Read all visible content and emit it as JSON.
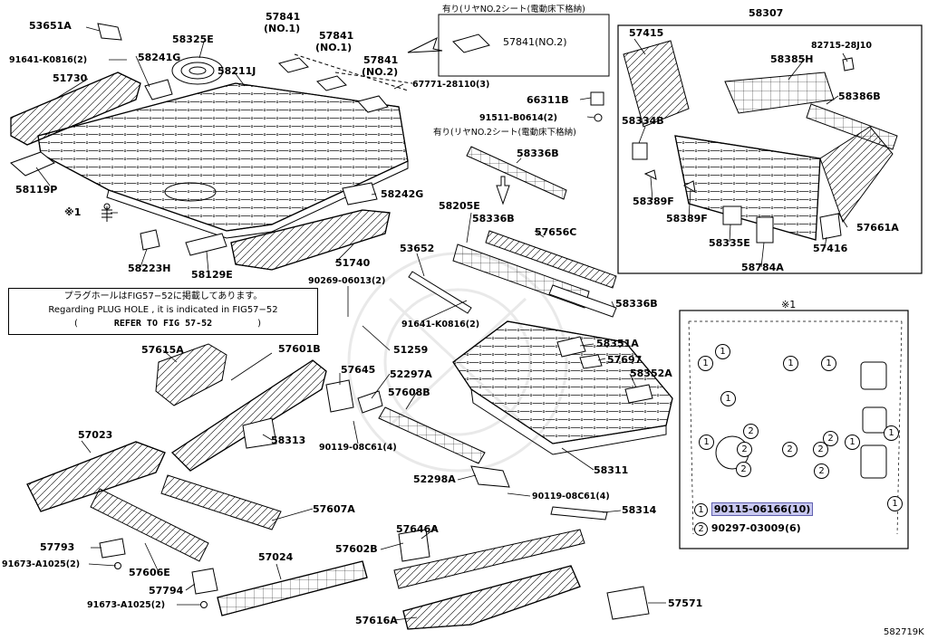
{
  "diagram_id": "582719K",
  "parts": [
    {
      "id": "p53651A",
      "text": "53651A"
    },
    {
      "id": "p91641a",
      "text": "91641-K0816(2)"
    },
    {
      "id": "p58241G",
      "text": "58241G"
    },
    {
      "id": "p58325E",
      "text": "58325E"
    },
    {
      "id": "p57841a",
      "text": "57841"
    },
    {
      "id": "p57841a_s",
      "text": "(NO.1)"
    },
    {
      "id": "p57841b",
      "text": "57841"
    },
    {
      "id": "p57841b_s",
      "text": "(NO.1)"
    },
    {
      "id": "p57841c",
      "text": "57841"
    },
    {
      "id": "p57841c_s",
      "text": "(NO.2)"
    },
    {
      "id": "p51730",
      "text": "51730"
    },
    {
      "id": "p58211J",
      "text": "58211J"
    },
    {
      "id": "p67771",
      "text": "67771-28110(3)"
    },
    {
      "id": "p66311B",
      "text": "66311B"
    },
    {
      "id": "p91511",
      "text": "91511-B0614(2)"
    },
    {
      "id": "p58119P",
      "text": "58119P"
    },
    {
      "id": "p58242G",
      "text": "58242G"
    },
    {
      "id": "p58336Bt",
      "text": "58336B"
    },
    {
      "id": "p58205E",
      "text": "58205E"
    },
    {
      "id": "p58336Bm",
      "text": "58336B"
    },
    {
      "id": "p57656C",
      "text": "57656C"
    },
    {
      "id": "p58336Br",
      "text": "58336B"
    },
    {
      "id": "pstar1",
      "text": "※1"
    },
    {
      "id": "p58223H",
      "text": "58223H"
    },
    {
      "id": "p58129E",
      "text": "58129E"
    },
    {
      "id": "p51740",
      "text": "51740"
    },
    {
      "id": "p53652",
      "text": "53652"
    },
    {
      "id": "p90269",
      "text": "90269-06013(2)"
    },
    {
      "id": "p91641b",
      "text": "91641-K0816(2)"
    },
    {
      "id": "p51259",
      "text": "51259"
    },
    {
      "id": "p58351A",
      "text": "58351A"
    },
    {
      "id": "p57697",
      "text": "57697"
    },
    {
      "id": "p58352A",
      "text": "58352A"
    },
    {
      "id": "p57615A",
      "text": "57615A"
    },
    {
      "id": "p57601B",
      "text": "57601B"
    },
    {
      "id": "p57645",
      "text": "57645"
    },
    {
      "id": "p52297A",
      "text": "52297A"
    },
    {
      "id": "p57608B",
      "text": "57608B"
    },
    {
      "id": "p58313",
      "text": "58313"
    },
    {
      "id": "p90119a",
      "text": "90119-08C61(4)"
    },
    {
      "id": "p58311",
      "text": "58311"
    },
    {
      "id": "p57023",
      "text": "57023"
    },
    {
      "id": "p52298A",
      "text": "52298A"
    },
    {
      "id": "p90119b",
      "text": "90119-08C61(4)"
    },
    {
      "id": "p57607A",
      "text": "57607A"
    },
    {
      "id": "p58314",
      "text": "58314"
    },
    {
      "id": "p57646A",
      "text": "57646A"
    },
    {
      "id": "p57793",
      "text": "57793"
    },
    {
      "id": "p91673a",
      "text": "91673-A1025(2)"
    },
    {
      "id": "p57606E",
      "text": "57606E"
    },
    {
      "id": "p57602B",
      "text": "57602B"
    },
    {
      "id": "p57024",
      "text": "57024"
    },
    {
      "id": "p57794",
      "text": "57794"
    },
    {
      "id": "p91673b",
      "text": "91673-A1025(2)"
    },
    {
      "id": "p57571",
      "text": "57571"
    },
    {
      "id": "p57616A",
      "text": "57616A"
    },
    {
      "id": "p58307",
      "text": "58307"
    },
    {
      "id": "p57415",
      "text": "57415"
    },
    {
      "id": "p82715",
      "text": "82715-28J10"
    },
    {
      "id": "p58385H",
      "text": "58385H"
    },
    {
      "id": "p58386B",
      "text": "58386B"
    },
    {
      "id": "p58334B",
      "text": "58334B"
    },
    {
      "id": "p58389Fa",
      "text": "58389F"
    },
    {
      "id": "p58389Fb",
      "text": "58389F"
    },
    {
      "id": "p58335E",
      "text": "58335E"
    },
    {
      "id": "p57416",
      "text": "57416"
    },
    {
      "id": "p57661A",
      "text": "57661A"
    },
    {
      "id": "p58784A",
      "text": "58784A"
    }
  ],
  "inset_top": {
    "heading": "有り(リヤNO.2シート(電動床下格納)",
    "part": "57841(NO.2)"
  },
  "mid_heading": "有り(リヤNO.2シート(電動床下格納)",
  "note": {
    "line1": "プラグホールはFIG57−52に掲載してあります。",
    "line2": "Regarding PLUG HOLE , it is indicated in FIG57−52",
    "line3_open": "(",
    "line3_text": "REFER TO FIG 57-52",
    "line3_close": ")"
  },
  "inset_star": {
    "title": "※1",
    "legend": [
      {
        "mark": "1",
        "code": "90115-06166(10)"
      },
      {
        "mark": "2",
        "code": "90297-03009(6)"
      }
    ]
  },
  "colors": {
    "ink": "#000000",
    "highlight": "#c8c8f0",
    "watermark": "#e9e9e9"
  }
}
